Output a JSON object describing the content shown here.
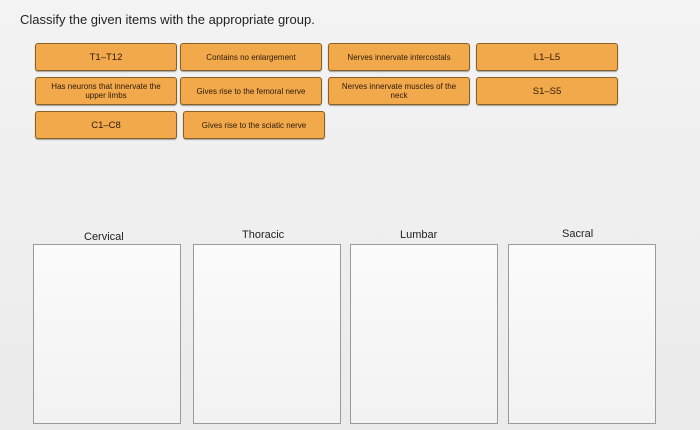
{
  "prompt": "Classify the given items with the appropriate group.",
  "items": [
    "T1–T12",
    "Contains no enlargement",
    "Nerves innervate intercostals",
    "L1–L5",
    "Has neurons that innervate the upper limbs",
    "Gives rise to the femoral nerve",
    "Nerves innervate muscles of the neck",
    "S1–S5",
    "C1–C8",
    "Gives rise to the sciatic nerve"
  ],
  "categories": [
    "Cervical",
    "Thoracic",
    "Lumbar",
    "Sacral"
  ],
  "colors": {
    "tile_fill": "#f2a94c",
    "tile_border": "#8a5f22",
    "background": "#ececec"
  }
}
